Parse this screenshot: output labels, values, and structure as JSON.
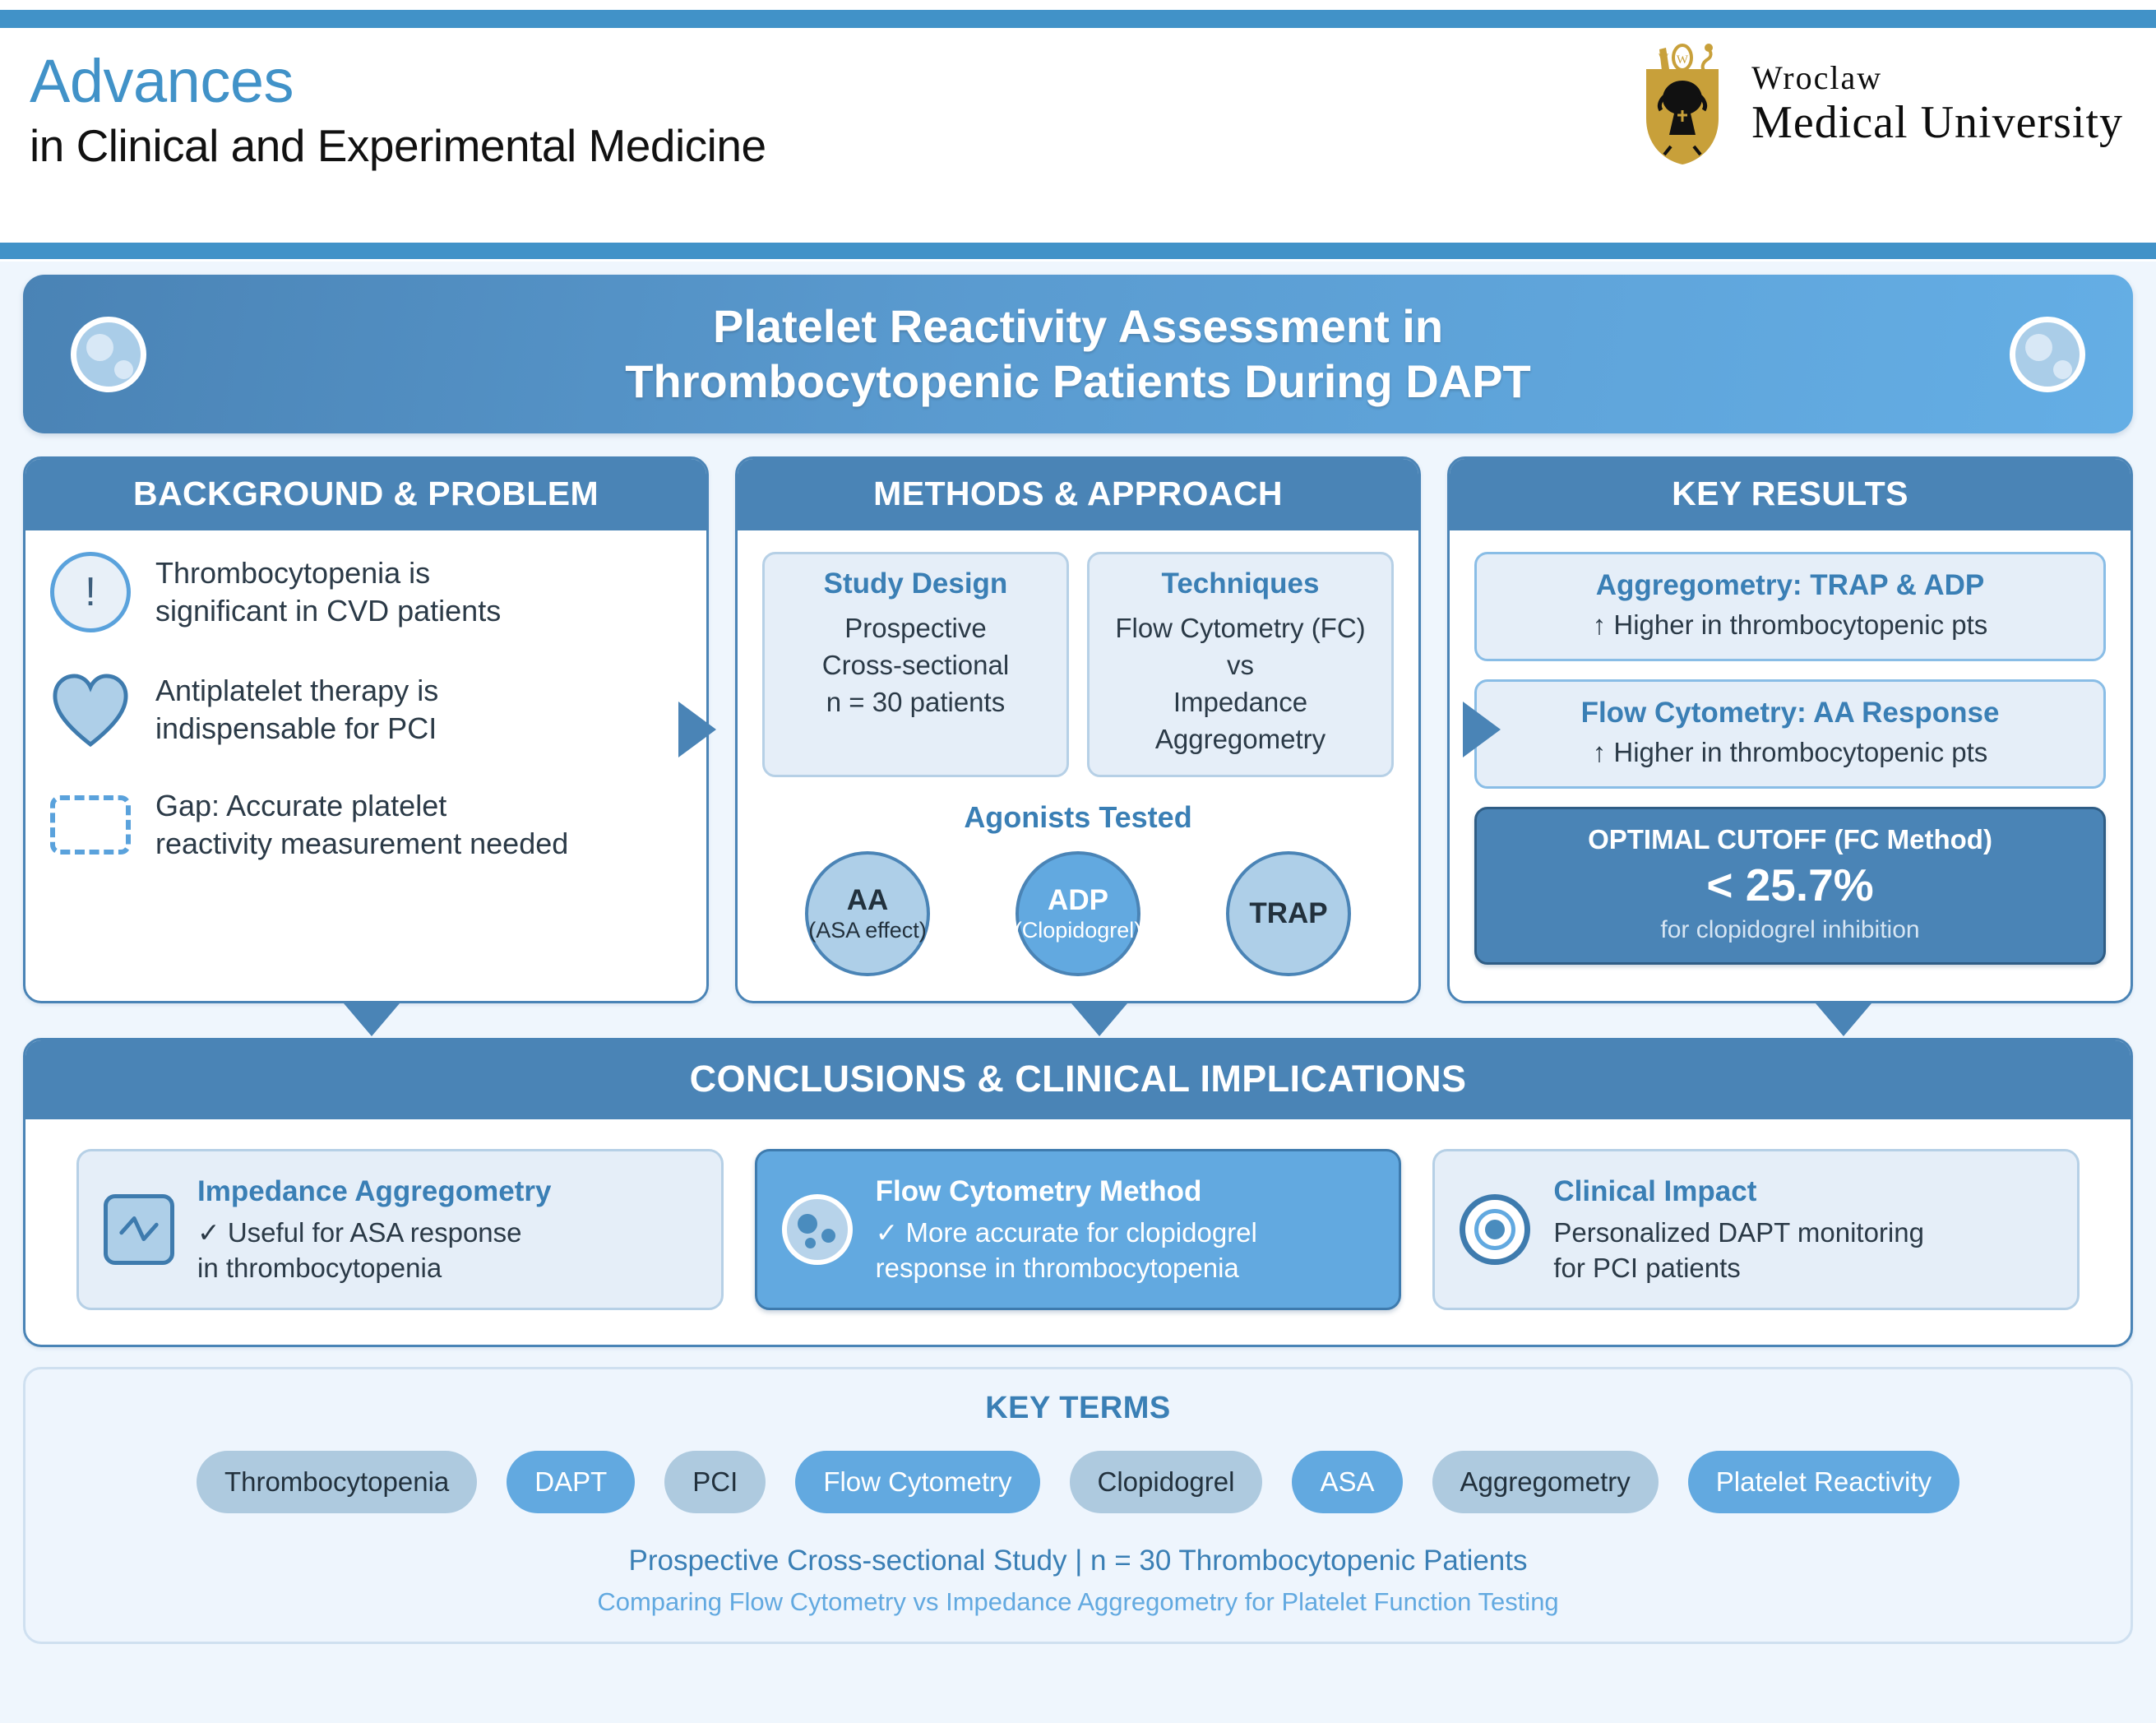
{
  "journal": {
    "title_main": "Advances",
    "title_sub": "in Clinical and Experimental Medicine",
    "logo_line1": "Wroclaw",
    "logo_line2": "Medical University",
    "crest_icon": "wroclaw-crest-icon",
    "rule_color": "#4192c8"
  },
  "banner": {
    "title_line1": "Platelet Reactivity Assessment in",
    "title_line2": "Thrombocytopenic Patients During DAPT",
    "left_icon": "platelet-icon",
    "right_icon": "platelet-icon",
    "gradient_from": "#4a83b5",
    "gradient_to": "#64aee5"
  },
  "panels": {
    "background": {
      "header": "BACKGROUND & PROBLEM",
      "items": [
        {
          "icon": "exclamation-icon",
          "glyph": "!",
          "line1": "Thrombocytopenia is",
          "line2": "significant in CVD patients"
        },
        {
          "icon": "heart-icon",
          "glyph": "",
          "line1": "Antiplatelet therapy is",
          "line2": "indispensable for PCI"
        },
        {
          "icon": "dashed-box-icon",
          "glyph": "",
          "line1": "Gap: Accurate platelet",
          "line2": "reactivity measurement needed"
        }
      ]
    },
    "methods": {
      "header": "METHODS & APPROACH",
      "study_design": {
        "title": "Study Design",
        "lines": [
          "Prospective",
          "Cross-sectional",
          "n = 30 patients"
        ]
      },
      "techniques": {
        "title": "Techniques",
        "lines": [
          "Flow Cytometry (FC)",
          "vs",
          "Impedance Aggregometry"
        ]
      },
      "agonists_label": "Agonists Tested",
      "agonists": [
        {
          "name": "AA",
          "sub": "(ASA effect)",
          "style": "pale"
        },
        {
          "name": "ADP",
          "sub": "(Clopidogrel)",
          "style": "accent"
        },
        {
          "name": "TRAP",
          "sub": "",
          "style": "pale"
        }
      ]
    },
    "results": {
      "header": "KEY RESULTS",
      "cards": [
        {
          "title": "Aggregometry: TRAP & ADP",
          "line": "↑ Higher in thrombocytopenic pts"
        },
        {
          "title": "Flow Cytometry: AA Response",
          "line": "↑ Higher in thrombocytopenic pts"
        }
      ],
      "cutoff": {
        "title": "OPTIMAL CUTOFF (FC Method)",
        "value": "< 25.7%",
        "note": "for clopidogrel inhibition"
      }
    }
  },
  "conclusions": {
    "header": "CONCLUSIONS & CLINICAL IMPLICATIONS",
    "cards": [
      {
        "icon": "waveform-icon",
        "title": "Impedance Aggregometry",
        "line1": "✓ Useful for ASA response",
        "line2": "in thrombocytopenia",
        "style": "pale"
      },
      {
        "icon": "platelet-cell-icon",
        "title": "Flow Cytometry Method",
        "line1": "✓ More accurate for clopidogrel",
        "line2": "response in thrombocytopenia",
        "style": "accent"
      },
      {
        "icon": "target-icon",
        "title": "Clinical Impact",
        "line1": "Personalized DAPT monitoring",
        "line2": "for PCI patients",
        "style": "pale"
      }
    ]
  },
  "key_terms": {
    "title": "KEY TERMS",
    "chips": [
      {
        "label": "Thrombocytopenia",
        "style": "pale"
      },
      {
        "label": "DAPT",
        "style": "accent"
      },
      {
        "label": "PCI",
        "style": "pale"
      },
      {
        "label": "Flow Cytometry",
        "style": "accent"
      },
      {
        "label": "Clopidogrel",
        "style": "pale"
      },
      {
        "label": "ASA",
        "style": "accent"
      },
      {
        "label": "Aggregometry",
        "style": "pale"
      },
      {
        "label": "Platelet Reactivity",
        "style": "accent"
      }
    ],
    "footer_line1": "Prospective Cross-sectional Study | n = 30 Thrombocytopenic Patients",
    "footer_line2": "Comparing Flow Cytometry vs Impedance Aggregometry for Platelet Function Testing"
  }
}
